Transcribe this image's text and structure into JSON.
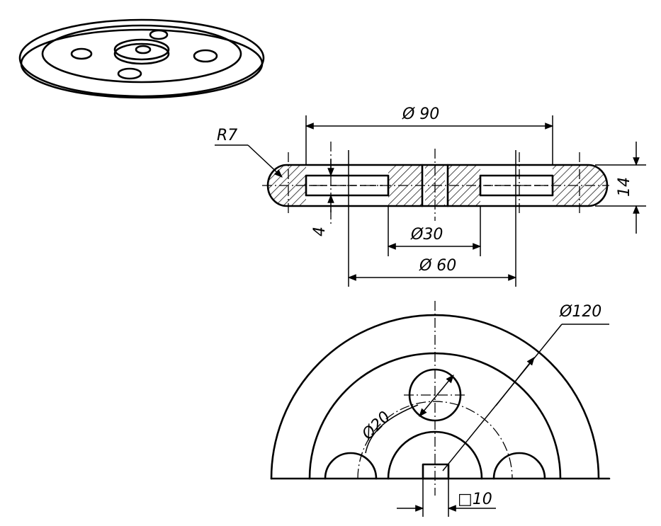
{
  "dimensions": {
    "radius_label": "R7",
    "outer_diameter_label": "Ø 90",
    "thickness_label": "14",
    "rib_thickness_label": "4",
    "hub_diameter_label": "Ø30",
    "rib_diameter_label": "Ø 60",
    "plate_diameter_label": "Ø120",
    "hole_diameter_label": "Ø20",
    "square_hole_label": "□10"
  }
}
